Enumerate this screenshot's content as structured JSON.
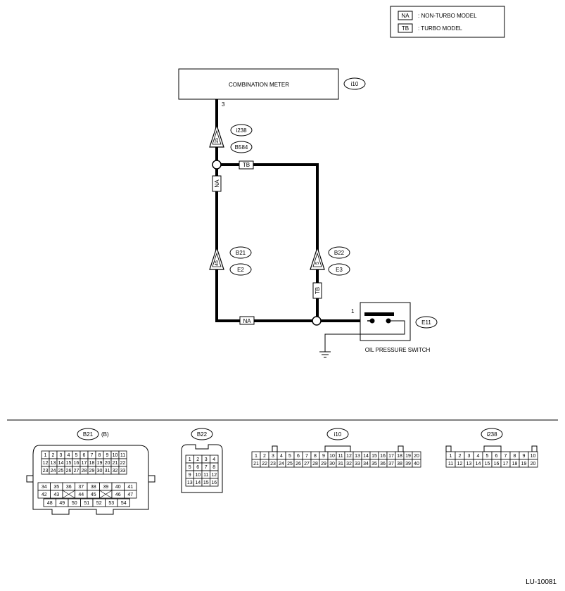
{
  "legend": [
    {
      "code": "NA",
      "text": ": NON-TURBO MODEL"
    },
    {
      "code": "TB",
      "text": ": TURBO MODEL"
    }
  ],
  "components": {
    "meter": {
      "label": "COMBINATION METER",
      "ref": "i10",
      "pin": "3"
    },
    "switch": {
      "label": "OIL PRESSURE SWITCH",
      "ref": "E11",
      "pin": "1"
    }
  },
  "wire_tags": {
    "na_vertical": "NA",
    "tb_horizontal": "TB",
    "tb_vertical": "TB",
    "na_bottom": "NA"
  },
  "connectors_on_wires": [
    {
      "refs": [
        "i238",
        "B584"
      ],
      "pin": "15"
    },
    {
      "refs": [
        "B21",
        "E2"
      ],
      "pin": "45"
    },
    {
      "refs": [
        "B22",
        "E3"
      ],
      "pin": "5"
    }
  ],
  "connector_faces": {
    "b21": {
      "name": "B21",
      "suffix": "(B)",
      "rows": [
        [
          "1",
          "2",
          "3",
          "4",
          "5",
          "6",
          "7",
          "8",
          "9",
          "10",
          "11"
        ],
        [
          "12",
          "13",
          "14",
          "15",
          "16",
          "17",
          "18",
          "19",
          "20",
          "21",
          "22"
        ],
        [
          "23",
          "24",
          "25",
          "26",
          "27",
          "28",
          "29",
          "30",
          "31",
          "32",
          "33"
        ],
        [
          "34",
          "35",
          "36",
          "37",
          "38",
          "39",
          "40",
          "41"
        ],
        [
          "42",
          "43",
          "",
          "44",
          "45",
          "",
          "46",
          "47"
        ],
        [
          "48",
          "49",
          "50",
          "51",
          "52",
          "53",
          "54"
        ]
      ]
    },
    "b22": {
      "name": "B22",
      "rows": [
        [
          "1",
          "2",
          "3",
          "4"
        ],
        [
          "5",
          "6",
          "7",
          "8"
        ],
        [
          "9",
          "10",
          "11",
          "12"
        ],
        [
          "13",
          "14",
          "15",
          "16"
        ]
      ]
    },
    "i10": {
      "name": "i10",
      "rows": [
        [
          "1",
          "2",
          "3",
          "4",
          "5",
          "6",
          "7",
          "8",
          "9",
          "10",
          "11",
          "12",
          "13",
          "14",
          "15",
          "16",
          "17",
          "18",
          "19",
          "20"
        ],
        [
          "21",
          "22",
          "23",
          "24",
          "25",
          "26",
          "27",
          "28",
          "29",
          "30",
          "31",
          "32",
          "33",
          "34",
          "35",
          "36",
          "37",
          "38",
          "39",
          "40"
        ]
      ]
    },
    "i238": {
      "name": "i238",
      "rows": [
        [
          "1",
          "2",
          "3",
          "4",
          "5",
          "6",
          "7",
          "8",
          "9",
          "10"
        ],
        [
          "11",
          "12",
          "13",
          "14",
          "15",
          "16",
          "17",
          "18",
          "19",
          "20"
        ]
      ]
    }
  },
  "figure_code": "LU-10081"
}
